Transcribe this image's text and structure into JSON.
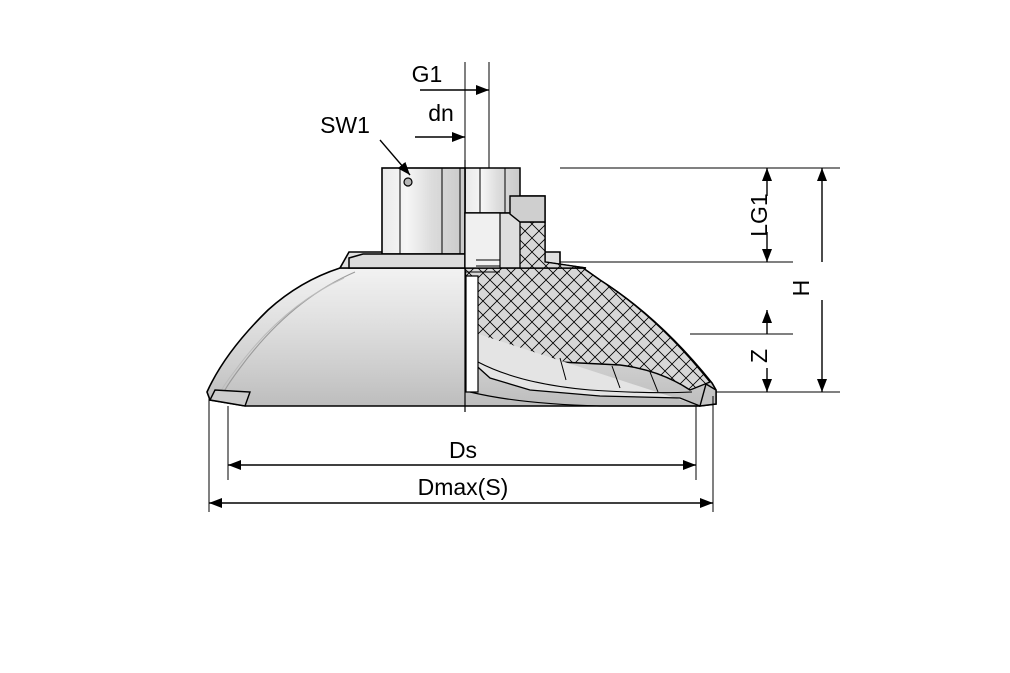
{
  "diagram": {
    "type": "technical-drawing",
    "subject": "vacuum-suction-cup-cross-section",
    "background_color": "#ffffff",
    "line_color": "#000000",
    "fill_light": "#e8e8e8",
    "fill_mid": "#d0d0d0",
    "fill_dark": "#b8b8b8",
    "labels": {
      "g1": "G1",
      "dn": "dn",
      "sw1": "SW1",
      "lg1": "LG1",
      "h": "H",
      "z": "Z",
      "ds": "Ds",
      "dmax": "Dmax(S)"
    }
  }
}
